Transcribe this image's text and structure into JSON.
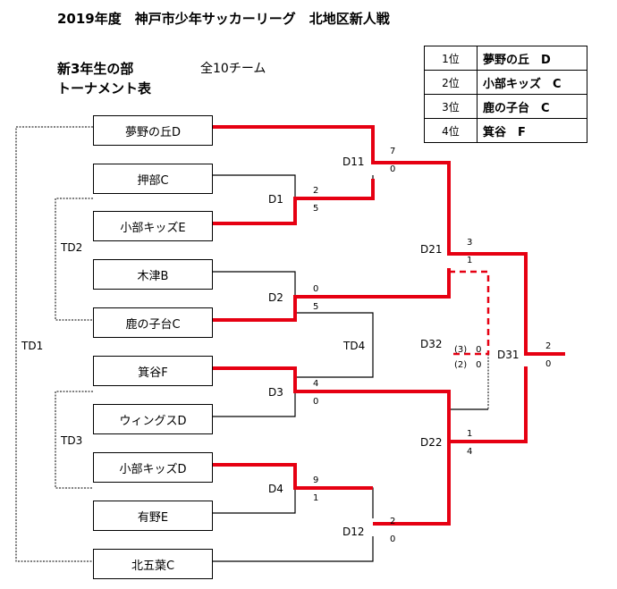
{
  "title": "2019年度　神戸市少年サッカーリーグ　北地区新人戦",
  "section": {
    "line1": "新3年生の部",
    "line2": "トーナメント表",
    "team_count": "全10チーム"
  },
  "ranking": [
    {
      "place": "1位",
      "team": "夢野の丘　D"
    },
    {
      "place": "2位",
      "team": "小部キッズ　C"
    },
    {
      "place": "3位",
      "team": "鹿の子台　C"
    },
    {
      "place": "4位",
      "team": "箕谷　F"
    }
  ],
  "teams": [
    "夢野の丘D",
    "押部C",
    "小部キッズE",
    "木津B",
    "鹿の子台C",
    "箕谷F",
    "ウィングスD",
    "小部キッズD",
    "有野E",
    "北五葉C"
  ],
  "matches": {
    "D1": {
      "label": "D1",
      "top": "2",
      "bottom": "5"
    },
    "D2": {
      "label": "D2",
      "top": "0",
      "bottom": "5"
    },
    "D3": {
      "label": "D3",
      "top": "4",
      "bottom": "0"
    },
    "D4": {
      "label": "D4",
      "top": "9",
      "bottom": "1"
    },
    "D11": {
      "label": "D11",
      "top": "7",
      "bottom": "0"
    },
    "D12": {
      "label": "D12",
      "top": "2",
      "bottom": "0"
    },
    "D21": {
      "label": "D21",
      "top": "3",
      "bottom": "1"
    },
    "D22": {
      "label": "D22",
      "top": "1",
      "bottom": "4"
    },
    "D31": {
      "label": "D31",
      "top": "2",
      "bottom": "0"
    },
    "D32": {
      "label": "D32",
      "top": "(3)　0",
      "bottom": "(2)　0"
    }
  },
  "td": {
    "TD1": "TD1",
    "TD2": "TD2",
    "TD3": "TD3",
    "TD4": "TD4"
  },
  "colors": {
    "winner_line": "#e60012",
    "line": "#000000"
  }
}
